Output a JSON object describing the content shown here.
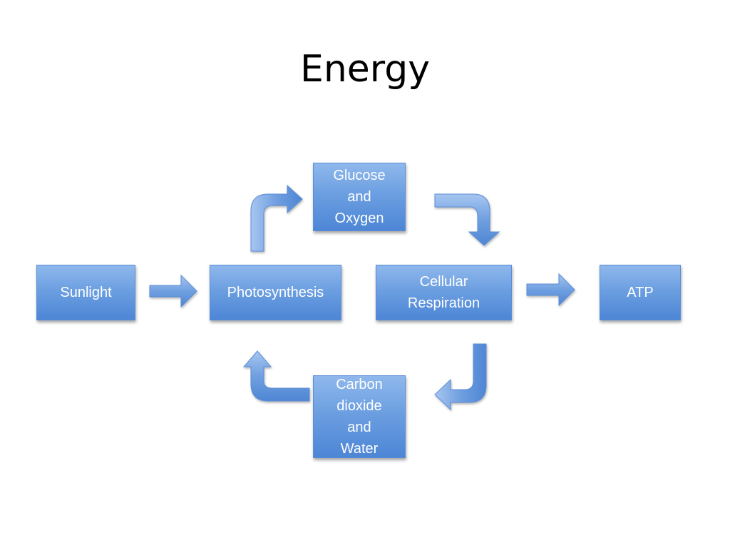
{
  "title": "Energy",
  "nodes": {
    "sunlight": "Sunlight",
    "photosynthesis": "Photosynthesis",
    "glucose_oxygen": "Glucose\nand\nOxygen",
    "cellular_respiration": "Cellular\nRespiration",
    "atp": "ATP",
    "carbon_dioxide_water": "Carbon\ndioxide\nand\nWater"
  },
  "colors": {
    "box_top": "#8fb8ec",
    "box_bottom": "#4d86d6",
    "arrow_fill": "#6f9fe0",
    "arrow_stroke": "#5b8dd6"
  }
}
